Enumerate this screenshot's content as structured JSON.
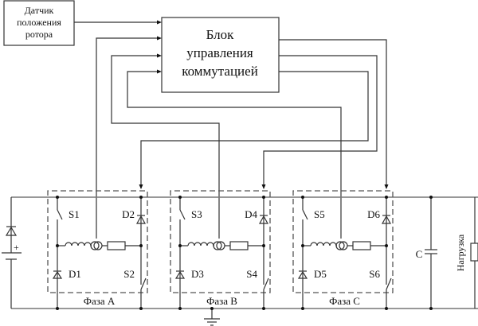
{
  "sensor_block": {
    "lines": [
      "Датчик",
      "положения",
      "ротора"
    ]
  },
  "control_block": {
    "lines": [
      "Блок",
      "управления",
      "коммутацией"
    ]
  },
  "phases": [
    {
      "label": "Фаза A",
      "upper_switch": "S1",
      "lower_diode": "D1",
      "upper_diode": "D2",
      "lower_switch": "S2"
    },
    {
      "label": "Фаза B",
      "upper_switch": "S3",
      "lower_diode": "D3",
      "upper_diode": "D4",
      "lower_switch": "S4"
    },
    {
      "label": "Фаза C",
      "upper_switch": "S5",
      "lower_diode": "D5",
      "upper_diode": "D6",
      "lower_switch": "S6"
    }
  ],
  "capacitor_label": "C",
  "load_label": "Нагрузка",
  "battery_polarity": "+"
}
